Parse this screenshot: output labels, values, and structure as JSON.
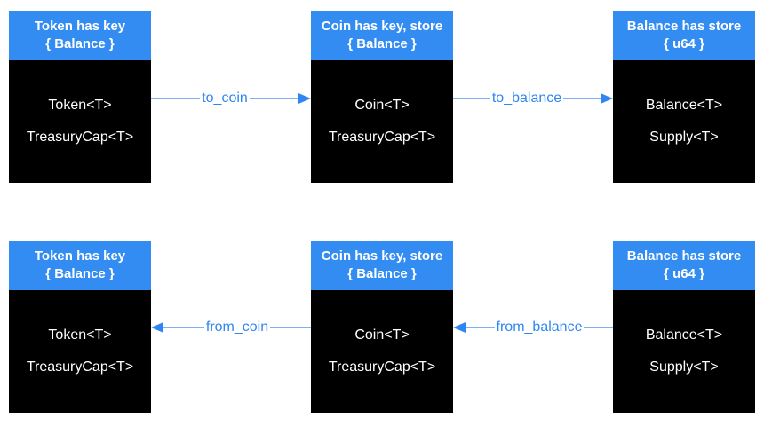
{
  "colors": {
    "header_blue": "#328CF2",
    "body_black": "#000000",
    "arrow_blue": "#2F86F0",
    "arrow_line_blue": "#7FB0F5",
    "text_white": "#FFFFFF",
    "background": "#FFFFFF"
  },
  "rows": [
    {
      "name": "to-flow",
      "boxes": [
        {
          "header_line1": "Token has key",
          "header_line2": "{ Balance }",
          "items": [
            "Token<T>",
            "TreasuryCap<T>"
          ]
        },
        {
          "header_line1": "Coin has key, store",
          "header_line2": "{ Balance }",
          "items": [
            "Coin<T>",
            "TreasuryCap<T>"
          ]
        },
        {
          "header_line1": "Balance has store",
          "header_line2": "{ u64 }",
          "items": [
            "Balance<T>",
            "Supply<T>"
          ]
        }
      ],
      "arrows": [
        {
          "label": "to_coin",
          "direction": "right"
        },
        {
          "label": "to_balance",
          "direction": "right"
        }
      ]
    },
    {
      "name": "from-flow",
      "boxes": [
        {
          "header_line1": "Token has key",
          "header_line2": "{ Balance }",
          "items": [
            "Token<T>",
            "TreasuryCap<T>"
          ]
        },
        {
          "header_line1": "Coin has key, store",
          "header_line2": "{ Balance }",
          "items": [
            "Coin<T>",
            "TreasuryCap<T>"
          ]
        },
        {
          "header_line1": "Balance has store",
          "header_line2": "{ u64 }",
          "items": [
            "Balance<T>",
            "Supply<T>"
          ]
        }
      ],
      "arrows": [
        {
          "label": "from_coin",
          "direction": "left"
        },
        {
          "label": "from_balance",
          "direction": "left"
        }
      ]
    }
  ]
}
